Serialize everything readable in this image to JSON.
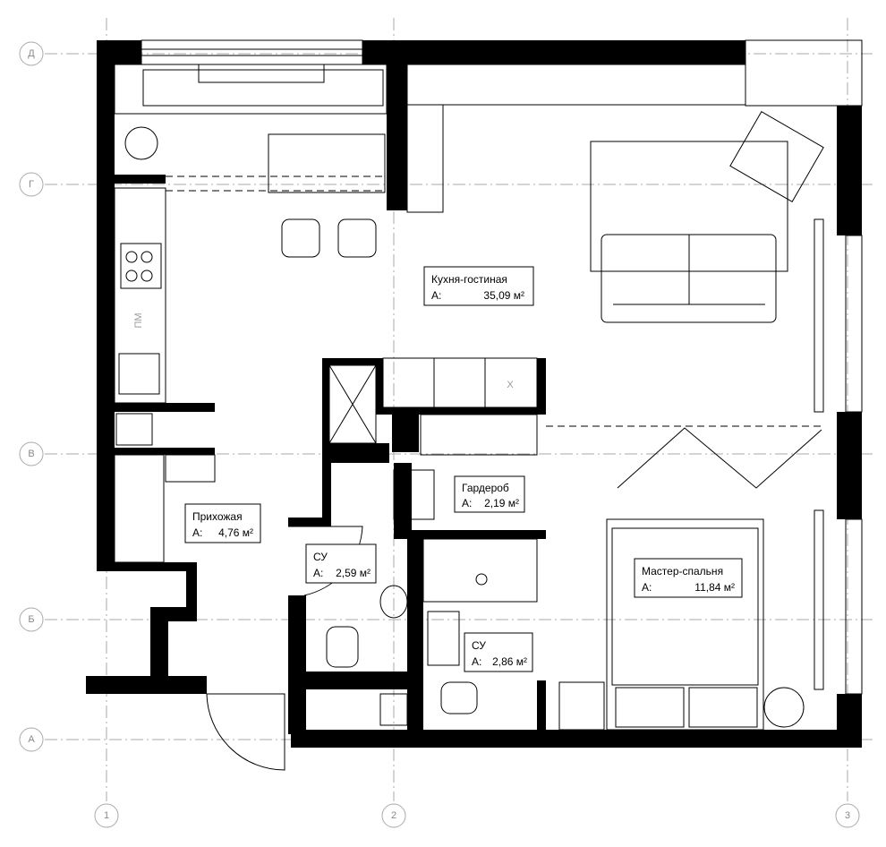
{
  "axes": {
    "rows": [
      "Д",
      "Г",
      "В",
      "Б",
      "А"
    ],
    "columns": [
      "1",
      "2",
      "3"
    ]
  },
  "rooms": [
    {
      "name": "Кухня-гостиная",
      "area_prefix": "A:",
      "area": "35,09 м²"
    },
    {
      "name": "Прихожая",
      "area_prefix": "A:",
      "area": "4,76 м²"
    },
    {
      "name": "СУ",
      "area_prefix": "A:",
      "area": "2,59 м²"
    },
    {
      "name": "Гардероб",
      "area_prefix": "A:",
      "area": "2,19 м²"
    },
    {
      "name": "СУ",
      "area_prefix": "A:",
      "area": "2,86 м²"
    },
    {
      "name": "Мастер-спальня",
      "area_prefix": "A:",
      "area": "11,84 м²"
    }
  ],
  "annotations": {
    "pm": "ПМ",
    "x_mark": "X"
  }
}
